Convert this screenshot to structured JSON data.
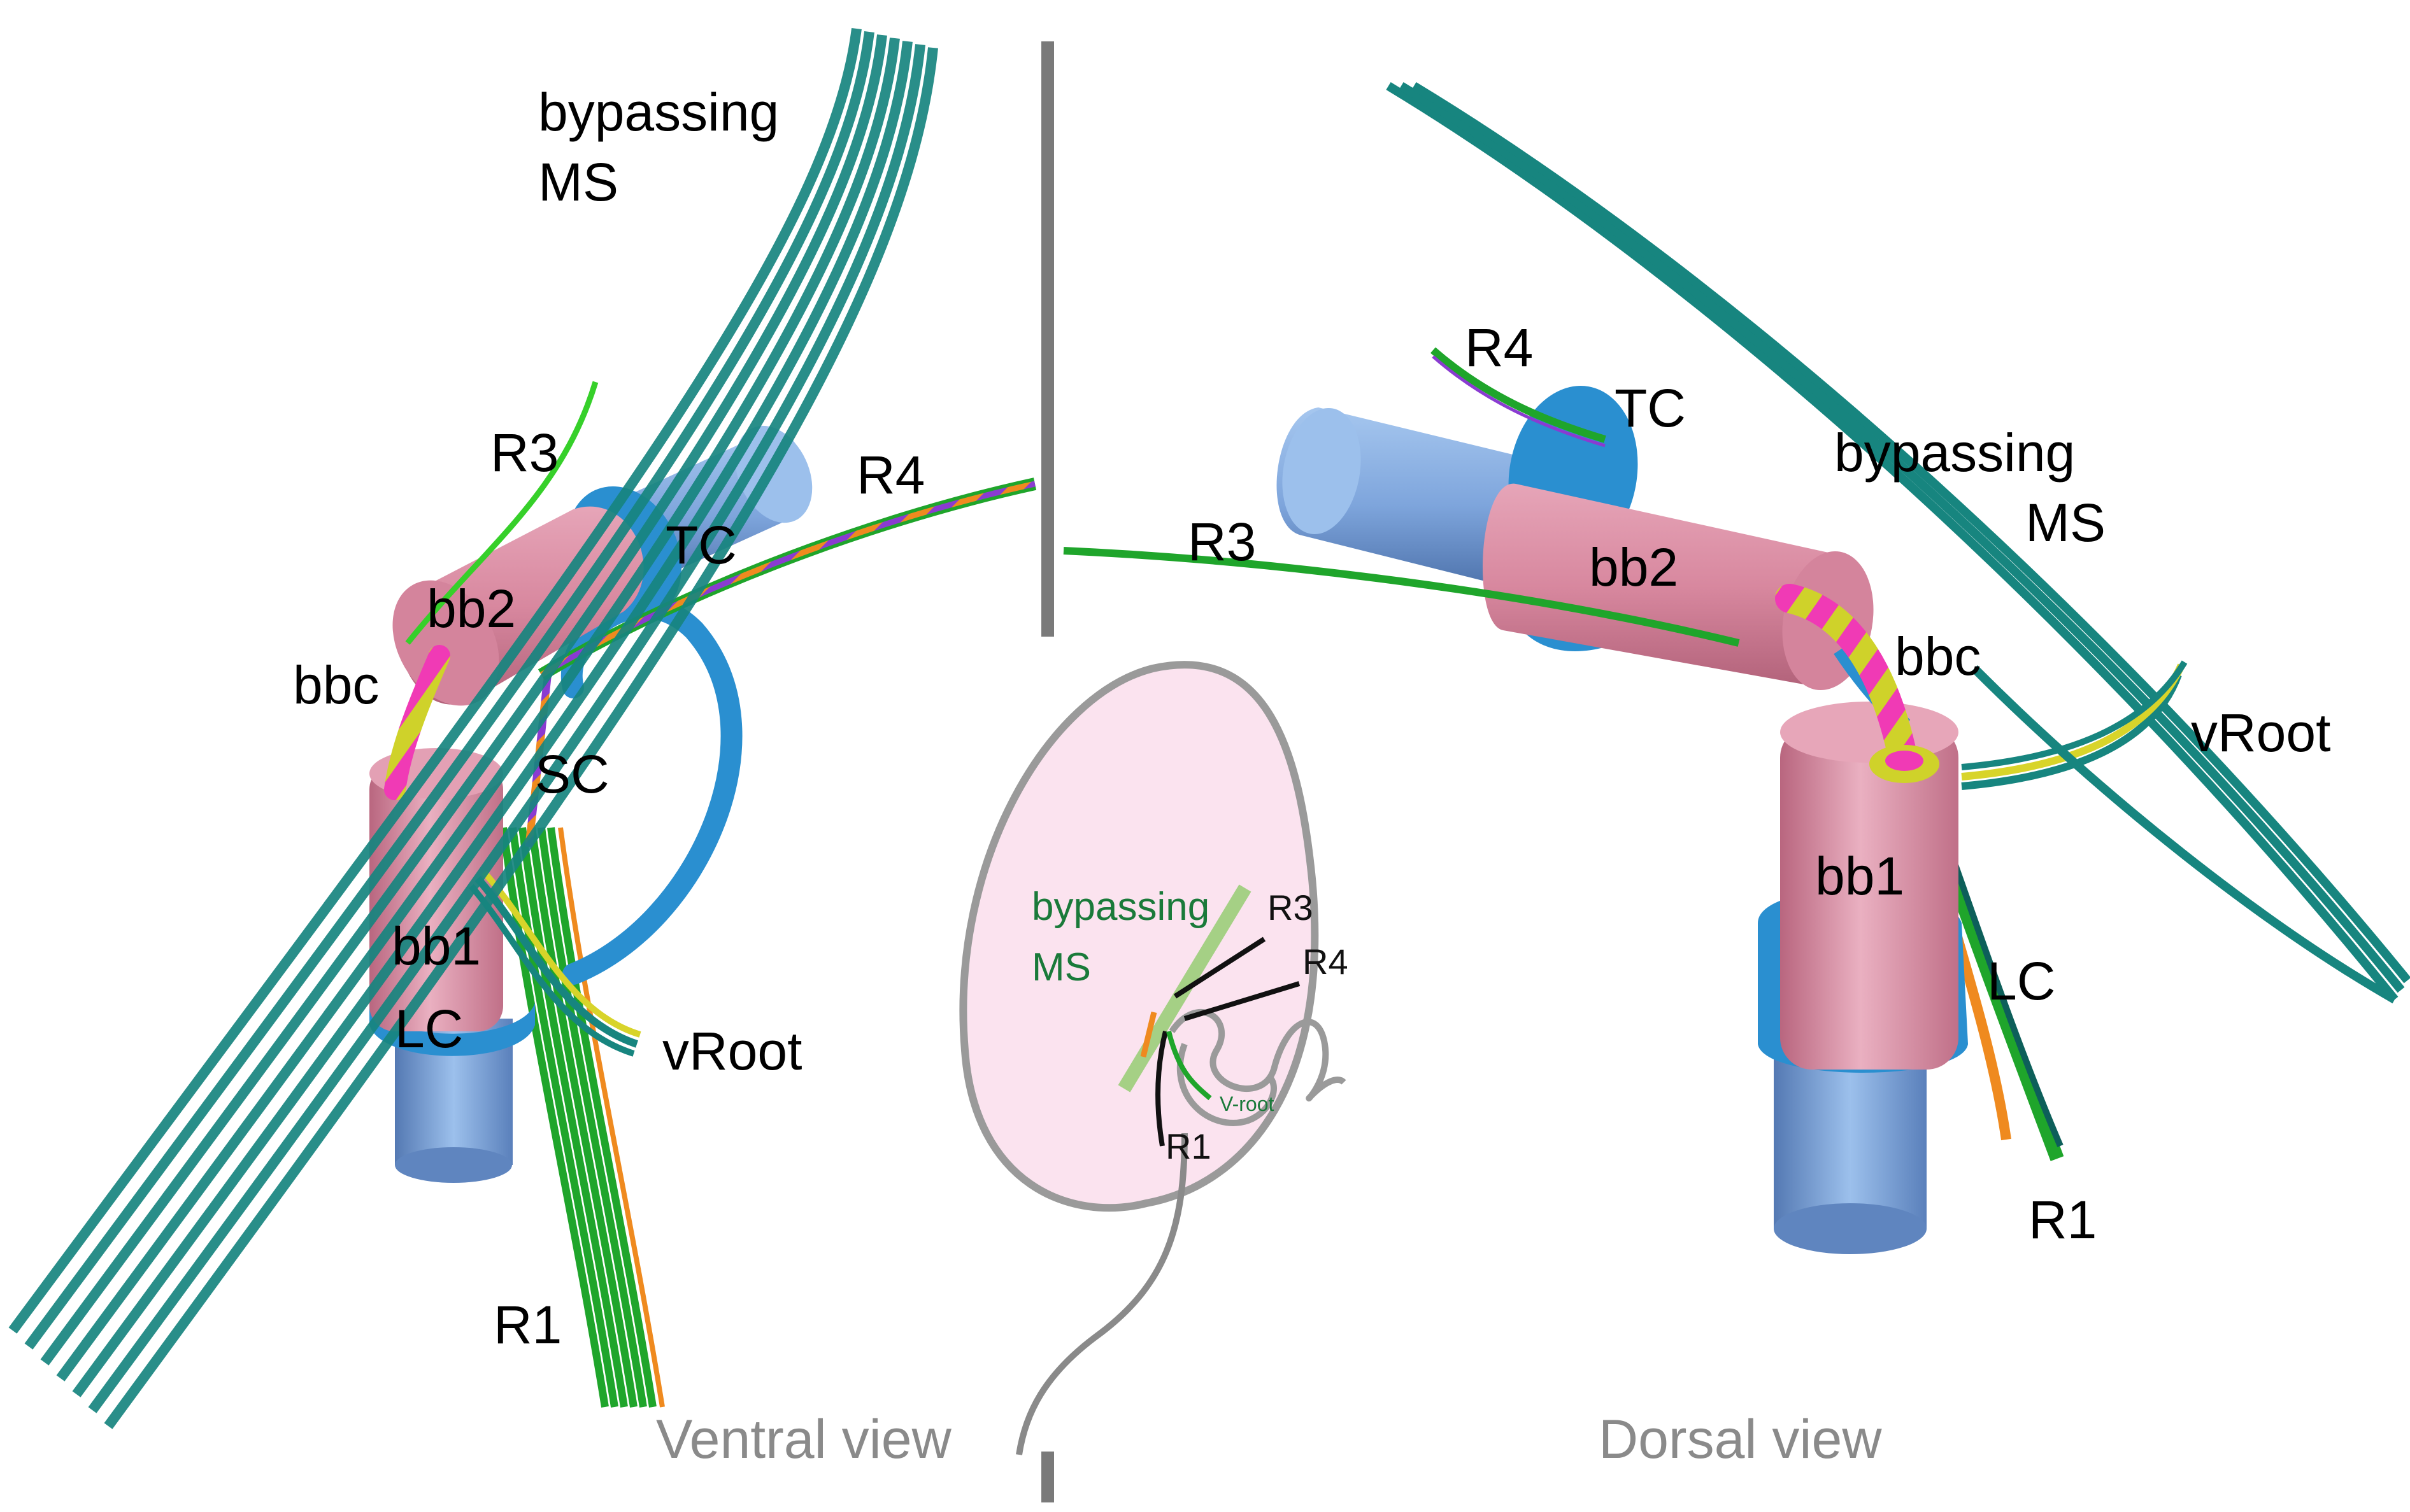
{
  "colors": {
    "teal_ms": "#17857f",
    "teal_dark": "#0d5f5a",
    "pink_bb": "#d4849c",
    "pink_bb_light": "#e9a9bb",
    "blue_cyl": "#7fa6dc",
    "blue_cyl_dark": "#5a7fb8",
    "blue_ring": "#2a8fd0",
    "green_root": "#1fa52b",
    "green_bright": "#36d02a",
    "orange": "#ef8a1f",
    "purple": "#8a3bd1",
    "yellow": "#d8d42a",
    "magenta": "#f03ab5",
    "divider": "#7a7a7a",
    "inset_fill": "#fbe3ef",
    "inset_stroke": "#9a9a9a",
    "view_text": "#8a8a8a"
  },
  "ventral": {
    "labels": {
      "bypassing_line1": "bypassing",
      "bypassing_line2": "MS",
      "r3": "R3",
      "r4": "R4",
      "tc": "TC",
      "bb2": "bb2",
      "bbc": "bbc",
      "sc": "SC",
      "bb1": "bb1",
      "lc": "LC",
      "vroot": "vRoot",
      "r1": "R1"
    },
    "view_caption": "Ventral view"
  },
  "dorsal": {
    "labels": {
      "r4": "R4",
      "tc": "TC",
      "bypassing_line1": "bypassing",
      "bypassing_line2": "MS",
      "r3": "R3",
      "bb2": "bb2",
      "bbc": "bbc",
      "vroot": "vRoot",
      "bb1": "bb1",
      "lc": "LC",
      "r1": "R1"
    },
    "view_caption": "Dorsal view"
  },
  "inset": {
    "bypassing_line1": "bypassing",
    "bypassing_line2": "MS",
    "r3": "R3",
    "r4": "R4",
    "r1": "R1",
    "vroot": "V-root"
  }
}
